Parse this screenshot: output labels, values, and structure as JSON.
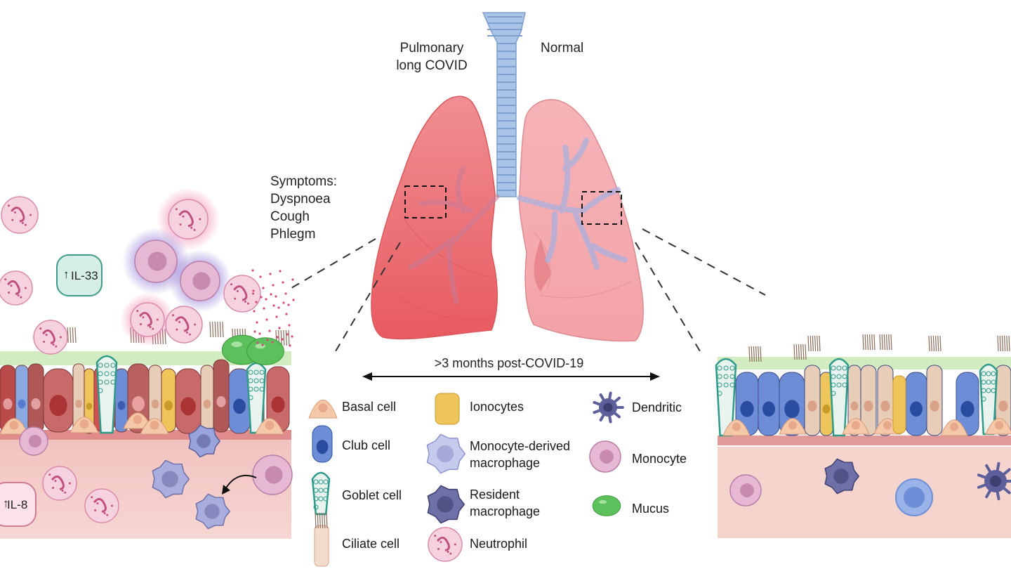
{
  "lung_labels": {
    "left_line1": "Pulmonary",
    "left_line2": "long COVID",
    "right": "Normal"
  },
  "symptoms": {
    "heading": "Symptoms:",
    "items": [
      "Dyspnoea",
      "Cough",
      "Phlegm"
    ]
  },
  "timeline": "&gt;3 months post-COVID-19",
  "cytokines": {
    "il33": "IL-33",
    "il8": "IL-8"
  },
  "legend": [
    {
      "label": "Basal cell",
      "icon": "basal-cell-icon",
      "color": "#f4c8a8"
    },
    {
      "label": "Club cell",
      "icon": "club-cell-icon",
      "color": "#6d8ed6"
    },
    {
      "label": "Goblet cell",
      "icon": "goblet-cell-icon",
      "color": "#2e9a8a"
    },
    {
      "label": "Ciliate cell",
      "icon": "ciliate-cell-icon",
      "color": "#e8cdb8"
    },
    {
      "label": "Ionocytes",
      "icon": "ionocyte-icon",
      "color": "#eec55a"
    },
    {
      "label": "Monocyte-derived",
      "label2": "macrophage",
      "icon": "monocyte-derived-macrophage-icon",
      "color": "#a9aedf"
    },
    {
      "label": "Resident",
      "label2": "macrophage",
      "icon": "resident-macrophage-icon",
      "color": "#6f70a8"
    },
    {
      "label": "Neutrophil",
      "icon": "neutrophil-icon",
      "color": "#f2c4d6"
    },
    {
      "label": "Dendritic",
      "icon": "dendritic-icon",
      "color": "#5c5f99"
    },
    {
      "label": "Monocyte",
      "icon": "monocyte-icon",
      "color": "#c5b4e0"
    },
    {
      "label": "Mucus",
      "icon": "mucus-icon",
      "color": "#5cc05c"
    }
  ]
}
